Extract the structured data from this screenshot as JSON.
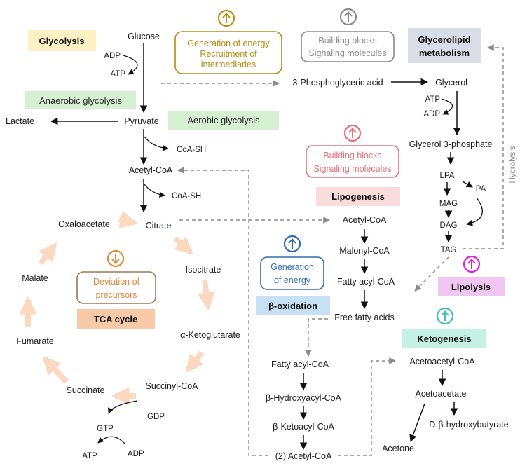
{
  "colors": {
    "glycolysis_bg": "#fdf0c4",
    "glycerolipid_bg": "#d9dde6",
    "anaerobic_bg": "#d6f0d2",
    "aerobic_bg": "#d6f0d2",
    "lipogenesis_bg": "#fadcdc",
    "beta_ox_bg": "#c6e1f5",
    "lipolysis_bg": "#f2c6f2",
    "ketogenesis_bg": "#c5f0e4",
    "tca_bg": "#f7c9a6",
    "gold": "#b58d12",
    "gray": "#8a8a8a",
    "pink": "#e8707a",
    "blue": "#2e6bab",
    "orange": "#e0883b",
    "magenta": "#e020e0",
    "teal": "#3fc2b0",
    "tca_arrow": "#fbd8bf"
  },
  "labels": {
    "glycolysis": "Glycolysis",
    "glycerolipid_1": "Glycerolipid",
    "glycerolipid_2": "metabolism",
    "anaerobic": "Anaerobic glycolysis",
    "aerobic": "Aerobic glycolysis",
    "lipogenesis": "Lipogenesis",
    "beta_oxidation": "β-oxidation",
    "lipolysis": "Lipolysis",
    "ketogenesis": "Ketogenesis",
    "tca": "TCA cycle"
  },
  "notes": {
    "energy_1": "Generation of energy",
    "energy_2": "Recruitment of",
    "energy_3": "intermediaries",
    "bb_gray_1": "Building blocks",
    "bb_gray_2": "Signaling molecules",
    "bb_pink_1": "Building blocks",
    "bb_pink_2": "Signaling molecules",
    "gen_blue_1": "Generation",
    "gen_blue_2": "of energy",
    "dev_1": "Deviation of",
    "dev_2": "precursors",
    "hydrolysis": "Hydrolysis"
  },
  "metabolites": {
    "glucose": "Glucose",
    "adp_1": "ADP",
    "atp_1": "ATP",
    "pyruvate": "Pyruvate",
    "lactate": "Lactate",
    "coash_1": "CoA-SH",
    "acetyl_coa_1": "Acetyl-CoA",
    "coash_2": "CoA-SH",
    "citrate": "Citrate",
    "oxaloacetate": "Oxaloacetate",
    "isocitrate": "Isocitrate",
    "malate": "Malate",
    "aketoglutarate": "α-Ketoglutarate",
    "fumarate": "Fumarate",
    "succinyl_coa": "Succinyl-CoA",
    "succinate": "Succinate",
    "gdp": "GDP",
    "gtp": "GTP",
    "atp_2": "ATP",
    "adp_2": "ADP",
    "pga": "3-Phosphoglyceric acid",
    "glycerol": "Glycerol",
    "atp_3": "ATP",
    "adp_3": "ADP",
    "g3p": "Glycerol 3-phosphate",
    "lpa": "LPA",
    "pa": "PA",
    "mag": "MAG",
    "dag": "DAG",
    "tag": "TAG",
    "acetyl_coa_2": "Acetyl-CoA",
    "malonyl_coa": "Malonyl-CoA",
    "fatty_acyl_coa_1": "Fatty acyl-CoA",
    "ffa": "Free fatty acids",
    "fatty_acyl_coa_2": "Fatty acyl-CoA",
    "hydroxyacyl": "β-Hydroxyacyl-CoA",
    "ketoacyl": "β-Ketoacyl-CoA",
    "acetyl_coa_3": "(2) Acetyl-CoA",
    "acetoacetyl": "Acetoacetyl-CoA",
    "acetoacetate": "Acetoacetate",
    "acetone": "Acetone",
    "hydroxybutyrate": "D-β-hydroxybutyrate"
  },
  "indicators": {
    "energy": "up-arrow-icon",
    "bb_gray": "up-arrow-icon",
    "bb_pink": "up-arrow-icon",
    "gen_blue": "up-arrow-icon",
    "dev": "down-arrow-icon",
    "lipolysis": "up-arrow-icon",
    "ketogenesis": "up-arrow-icon"
  }
}
